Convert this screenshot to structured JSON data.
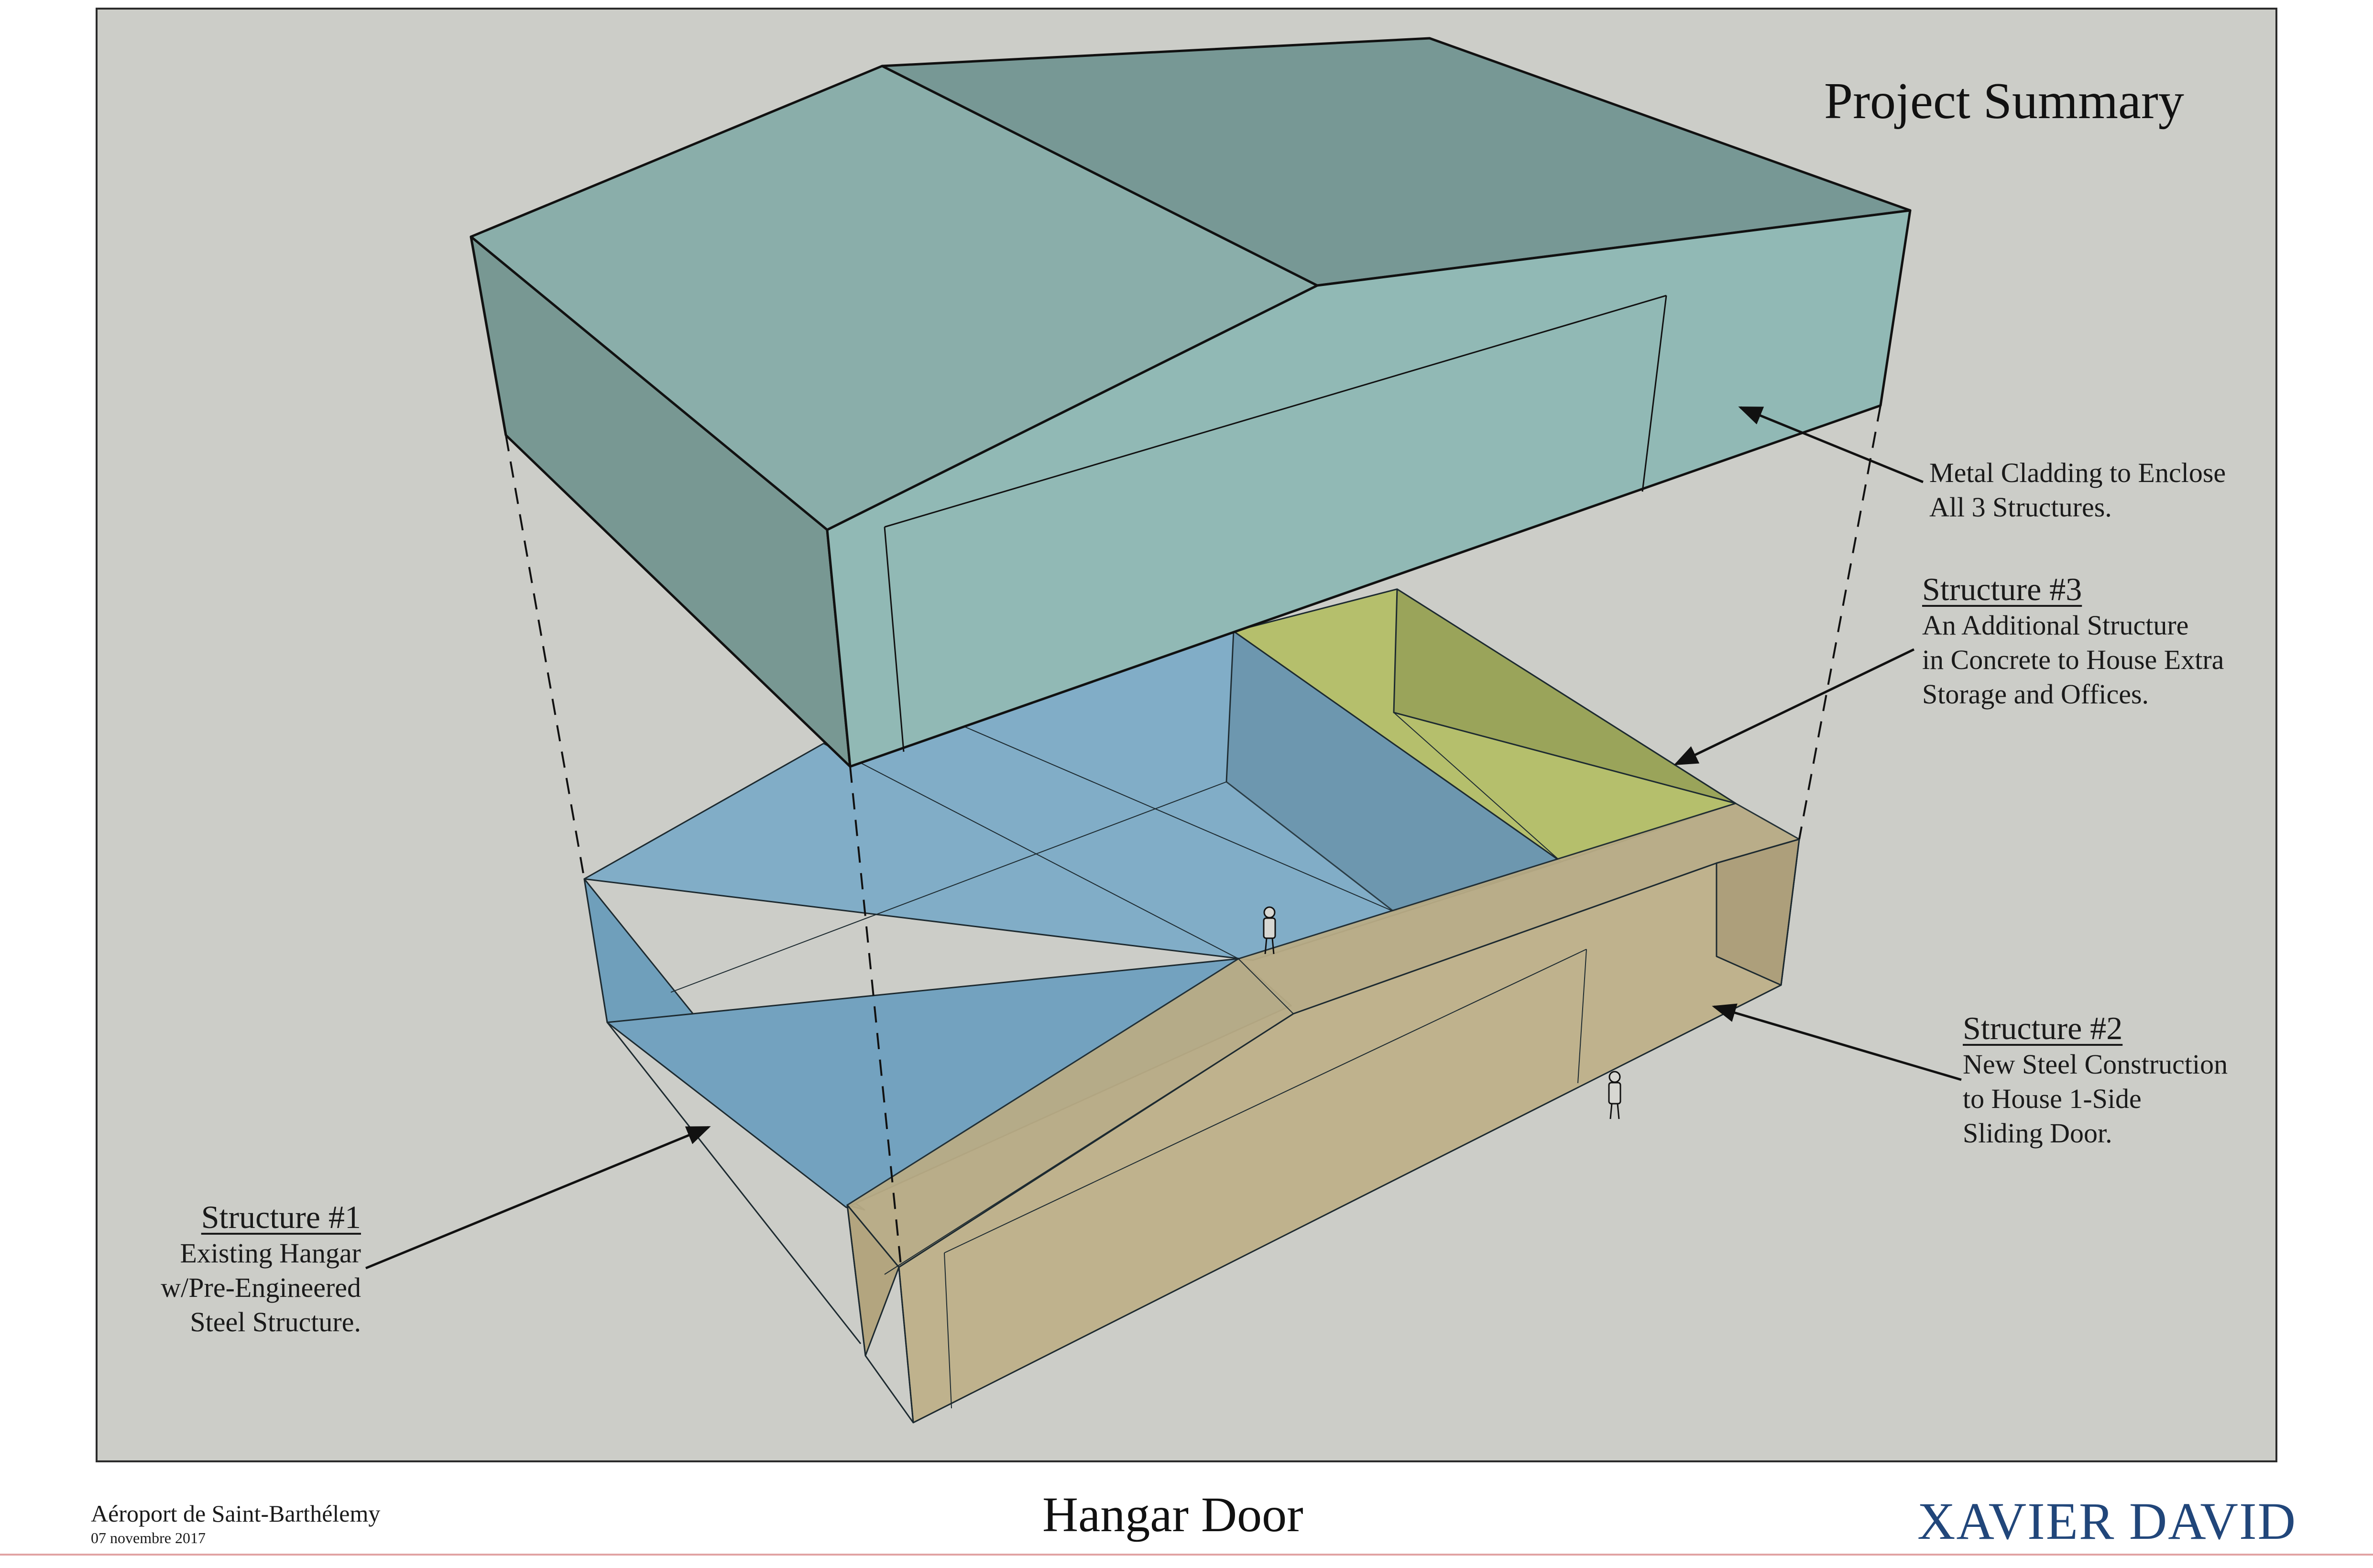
{
  "title": "Project Summary",
  "annotations": {
    "cladding": {
      "lines": [
        "Metal Cladding to Enclose",
        "All 3 Structures."
      ]
    },
    "structure3": {
      "heading": "Structure #3",
      "lines": [
        "An Additional Structure",
        "in Concrete to House Extra",
        "Storage and Offices."
      ]
    },
    "structure2": {
      "heading": "Structure #2",
      "lines": [
        "New Steel Construction",
        "to House 1-Side",
        "Sliding Door."
      ]
    },
    "structure1": {
      "heading": "Structure #1",
      "lines": [
        "Existing Hangar",
        "w/Pre-Engineered",
        "Steel Structure."
      ]
    }
  },
  "footer": {
    "site": "Aéroport de Saint-Barthélemy",
    "date": "07 novembre 2017",
    "drawing_title": "Hangar Door",
    "author": "XAVIER DAVID"
  },
  "colors": {
    "background": "#cccdc8",
    "cladding_teal": "#8fb5b1",
    "structure1_blue": "#77a6c2",
    "structure2_tan": "#c3b58e",
    "structure3_green": "#a3b060",
    "author_blue": "#21467a"
  }
}
